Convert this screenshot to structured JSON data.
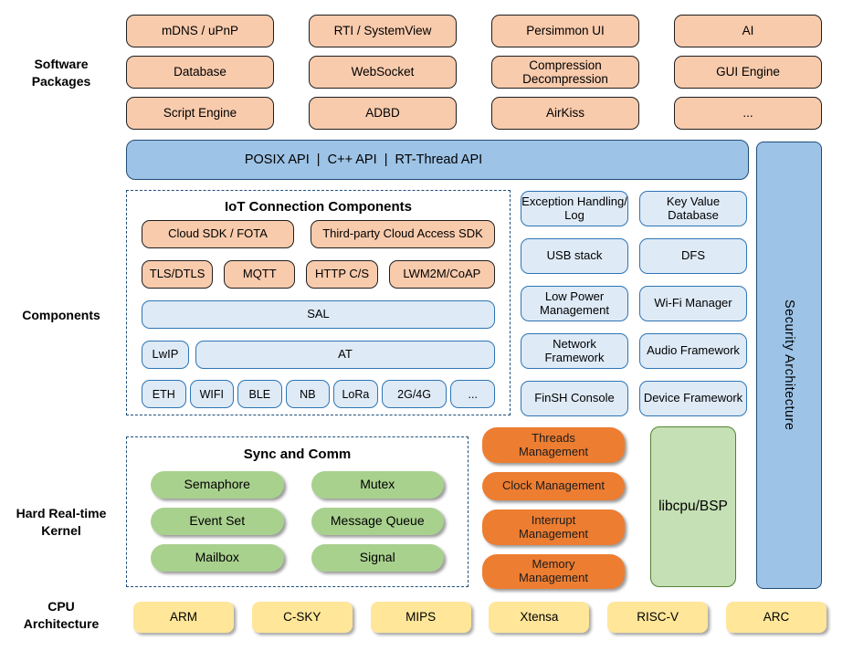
{
  "section_labels": {
    "software_packages": "Software Packages",
    "components": "Components",
    "kernel": "Hard Real-time Kernel",
    "cpu": "CPU Architecture"
  },
  "software_packages": {
    "items": [
      "mDNS / uPnP",
      "RTI / SystemView",
      "Persimmon UI",
      "AI",
      "Database",
      "WebSocket",
      "Compression Decompression",
      "GUI Engine",
      "Script Engine",
      "ADBD",
      "AirKiss",
      "..."
    ]
  },
  "api_bar": {
    "label": "POSIX API  |  C++ API  |  RT-Thread API"
  },
  "security_bar": {
    "label": "Security Architecture"
  },
  "iot": {
    "title": "IoT Connection Components",
    "sdk_row": [
      "Cloud SDK / FOTA",
      "Third-party Cloud Access SDK"
    ],
    "protocol_row": [
      "TLS/DTLS",
      "MQTT",
      "HTTP C/S",
      "LWM2M/CoAP"
    ],
    "sal": "SAL",
    "stack_row": [
      "LwIP",
      "AT"
    ],
    "link_row": [
      "ETH",
      "WIFI",
      "BLE",
      "NB",
      "LoRa",
      "2G/4G",
      "..."
    ]
  },
  "components_right": {
    "items": [
      "Exception Handling/ Log",
      "Key Value Database",
      "USB stack",
      "DFS",
      "Low Power Management",
      "Wi-Fi Manager",
      "Network Framework",
      "Audio Framework",
      "FinSH Console",
      "Device Framework"
    ]
  },
  "kernel": {
    "sync_title": "Sync and Comm",
    "sync_items": [
      "Semaphore",
      "Mutex",
      "Event Set",
      "Message Queue",
      "Mailbox",
      "Signal"
    ],
    "management_items": [
      "Threads Management",
      "Clock Management",
      "Interrupt Management",
      "Memory Management"
    ],
    "libcpu": "libcpu/BSP"
  },
  "cpu": {
    "items": [
      "ARM",
      "C-SKY",
      "MIPS",
      "Xtensa",
      "RISC-V",
      "ARC"
    ]
  },
  "colors": {
    "package_fill": "#F8CBAD",
    "api_fill": "#9DC3E6",
    "api_border": "#1F4E79",
    "component_fill": "#DEEAF6",
    "component_border": "#2E75B6",
    "dashed_border": "#1F4E79",
    "sync_fill": "#A9D18E",
    "management_fill": "#ED7D31",
    "libcpu_fill": "#C5E0B4",
    "libcpu_border": "#538135",
    "cpu_fill": "#FFE699"
  }
}
